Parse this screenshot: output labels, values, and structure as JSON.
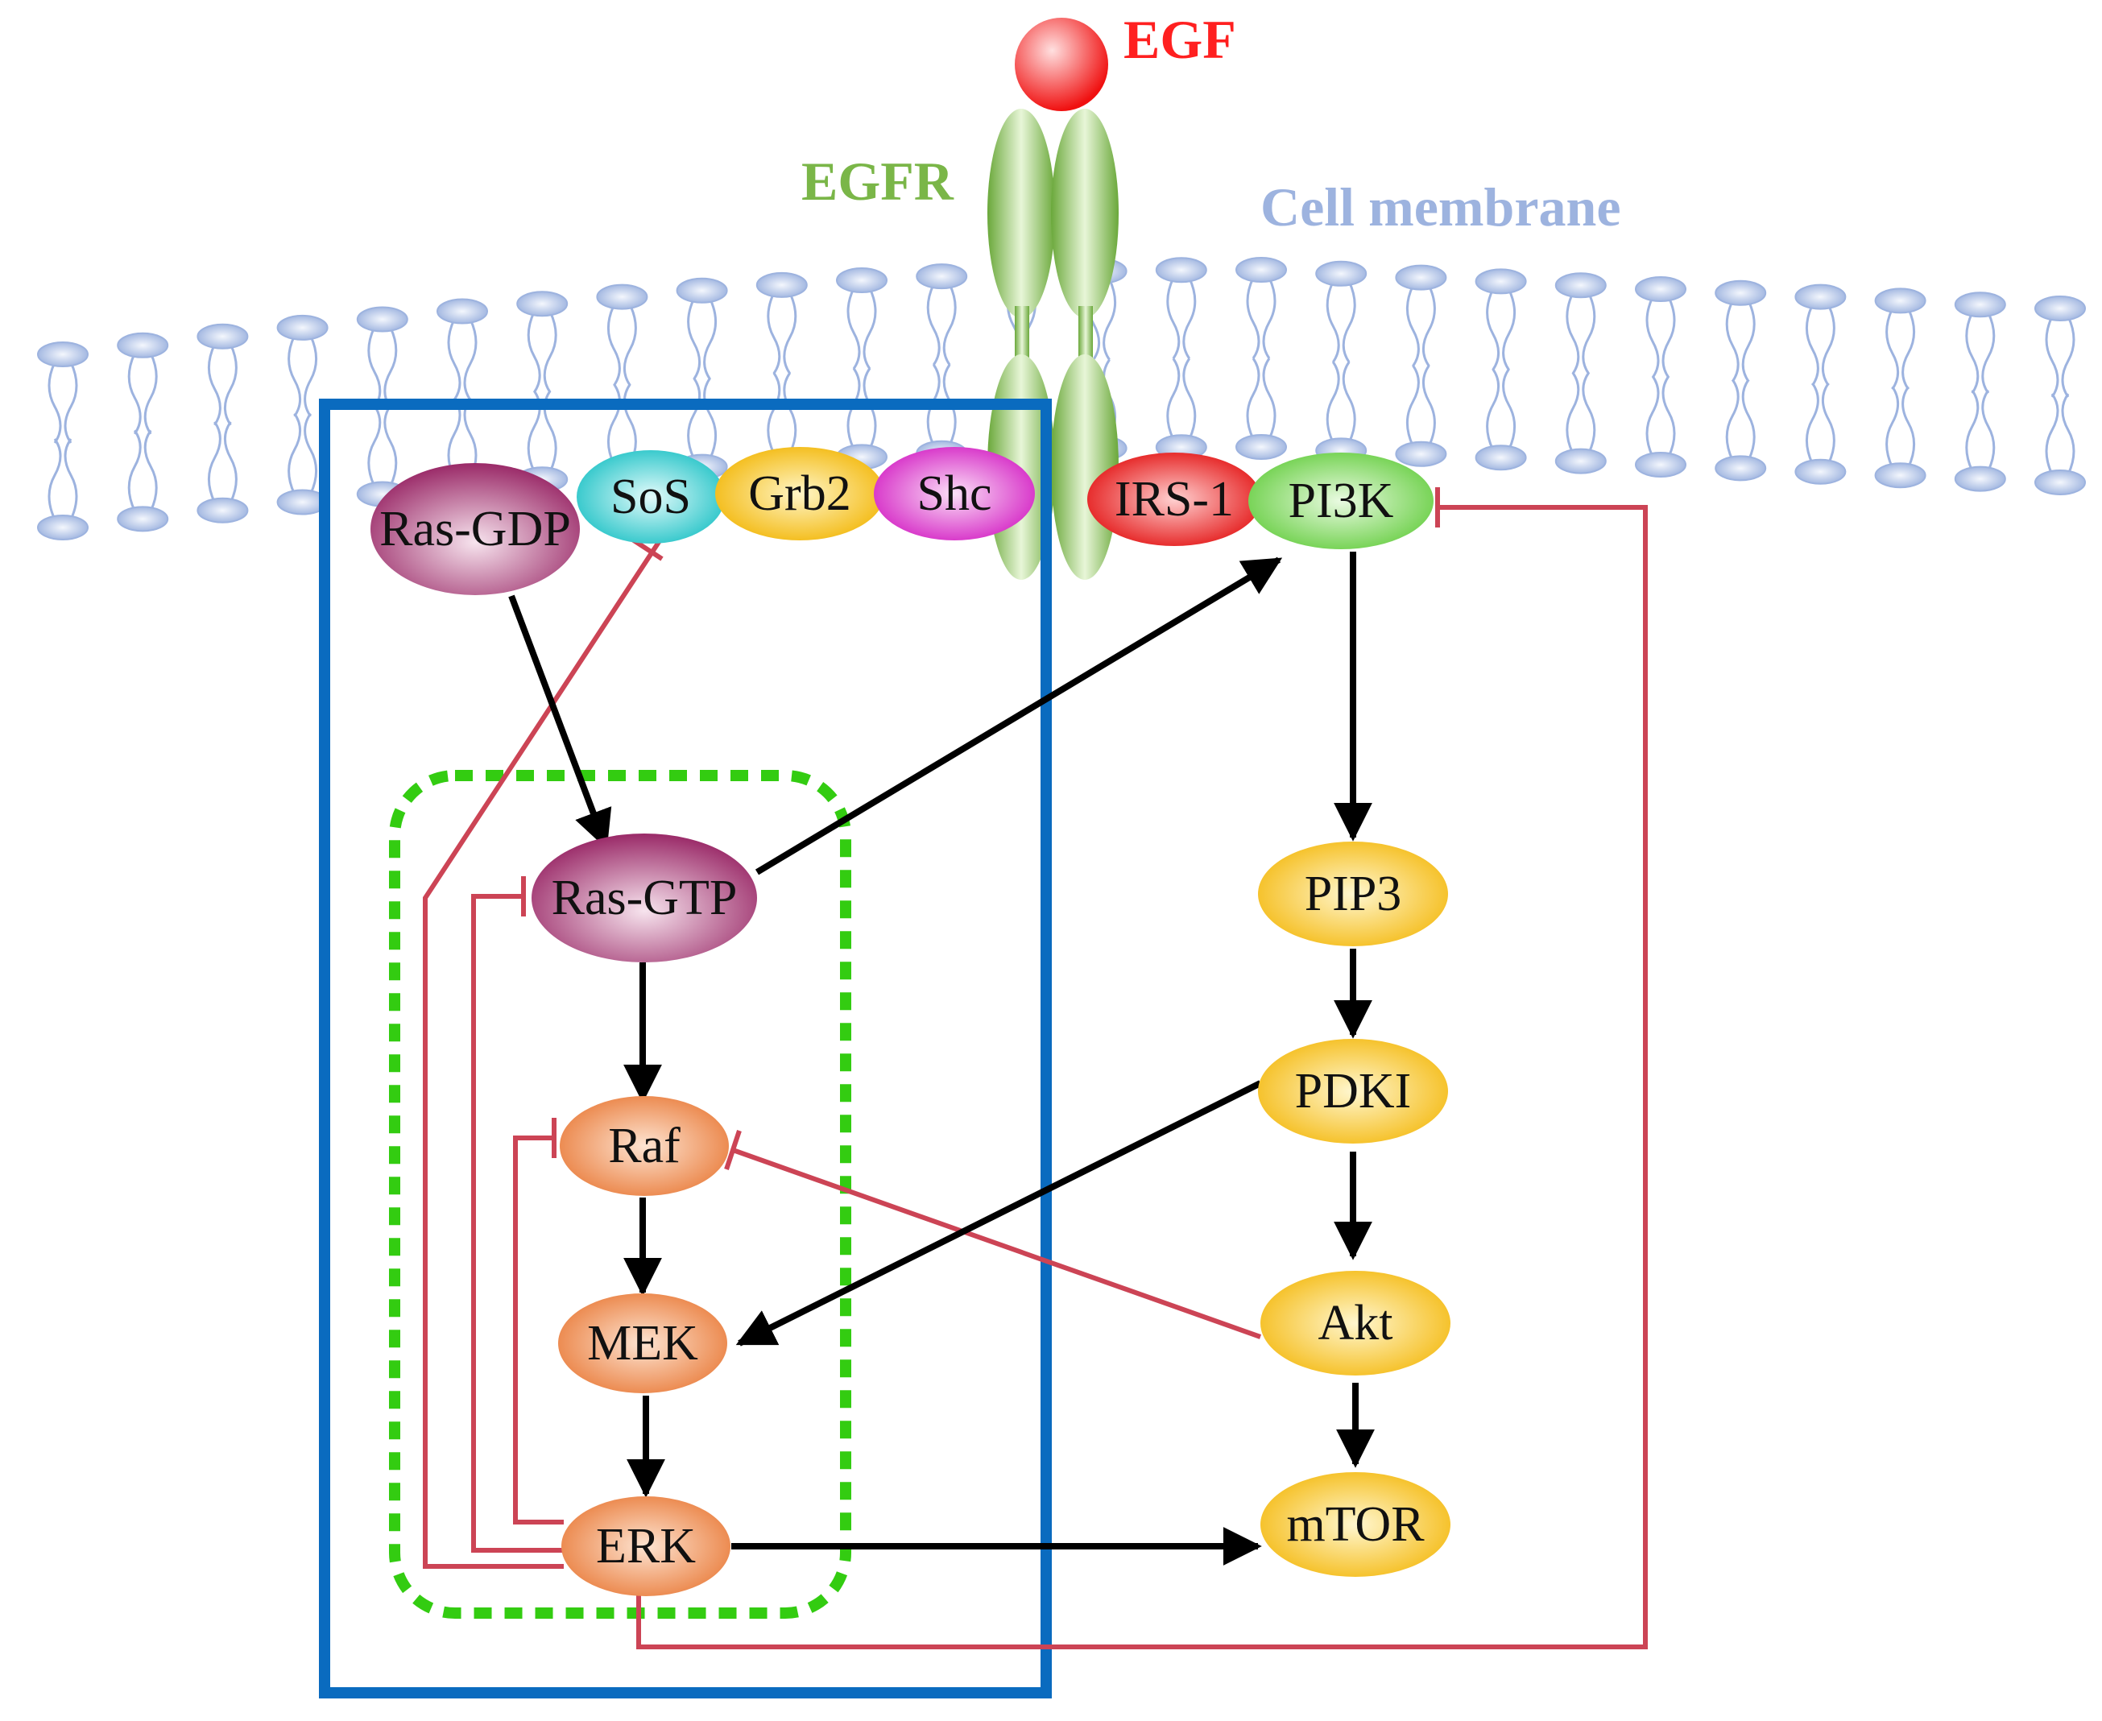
{
  "labels": {
    "egf": "EGF",
    "egfr": "EGFR",
    "membrane": "Cell membrane"
  },
  "nodes": {
    "ras_gdp": "Ras-GDP",
    "sos": "SoS",
    "grb2": "Grb2",
    "shc": "Shc",
    "irs1": "IRS-1",
    "pi3k": "PI3K",
    "ras_gtp": "Ras-GTP",
    "raf": "Raf",
    "mek": "MEK",
    "erk": "ERK",
    "pip3": "PIP3",
    "pdki": "PDKI",
    "akt": "Akt",
    "mtor": "mTOR"
  },
  "colors": {
    "egf": "#ff2020",
    "egfr": "#7ab648",
    "membrane": "#9db3df",
    "activation_arrow": "#000000",
    "inhibition_line": "#cc4455",
    "mapk_box": "#0a6bbf",
    "ras_module_box": "#33cc11",
    "ras": "#a0306f",
    "sos": "#1ec9c9",
    "grb2": "#f5b800",
    "shc": "#d91cc8",
    "irs1": "#e81010",
    "pi3k": "#6fd44a",
    "mapk_kinases": "#ee8040",
    "pi3k_pathway": "#f5be10"
  }
}
